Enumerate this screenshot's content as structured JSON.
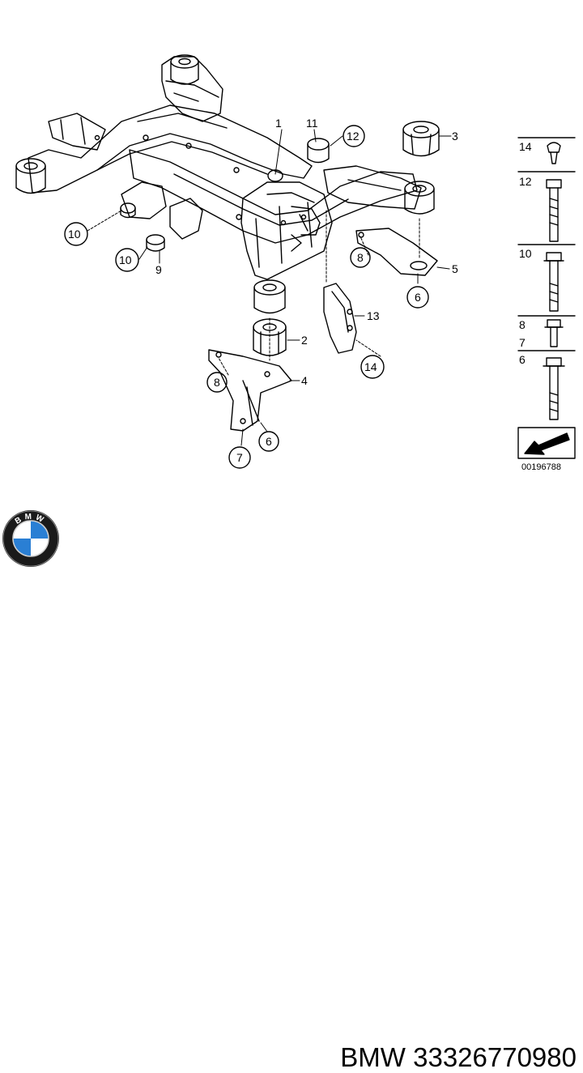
{
  "diagram": {
    "callouts": [
      {
        "id": "c1",
        "label": "1"
      },
      {
        "id": "c11",
        "label": "11"
      },
      {
        "id": "c12",
        "label": "12"
      },
      {
        "id": "c3",
        "label": "3"
      },
      {
        "id": "c10a",
        "label": "10"
      },
      {
        "id": "c10b",
        "label": "10"
      },
      {
        "id": "c9",
        "label": "9"
      },
      {
        "id": "c8a",
        "label": "8"
      },
      {
        "id": "c5",
        "label": "5"
      },
      {
        "id": "c6a",
        "label": "6"
      },
      {
        "id": "c13",
        "label": "13"
      },
      {
        "id": "c2",
        "label": "2"
      },
      {
        "id": "c14",
        "label": "14"
      },
      {
        "id": "c8b",
        "label": "8"
      },
      {
        "id": "c4",
        "label": "4"
      },
      {
        "id": "c6b",
        "label": "6"
      },
      {
        "id": "c7",
        "label": "7"
      }
    ],
    "legend": [
      {
        "id": "l14",
        "label": "14"
      },
      {
        "id": "l12",
        "label": "12"
      },
      {
        "id": "l10",
        "label": "10"
      },
      {
        "id": "l8",
        "label": "8"
      },
      {
        "id": "l7",
        "label": "7"
      },
      {
        "id": "l6",
        "label": "6"
      }
    ],
    "ref_code": "00196788"
  },
  "footer": {
    "brand_logo_text": "BMW",
    "part_label": "BMW 33326770980"
  }
}
